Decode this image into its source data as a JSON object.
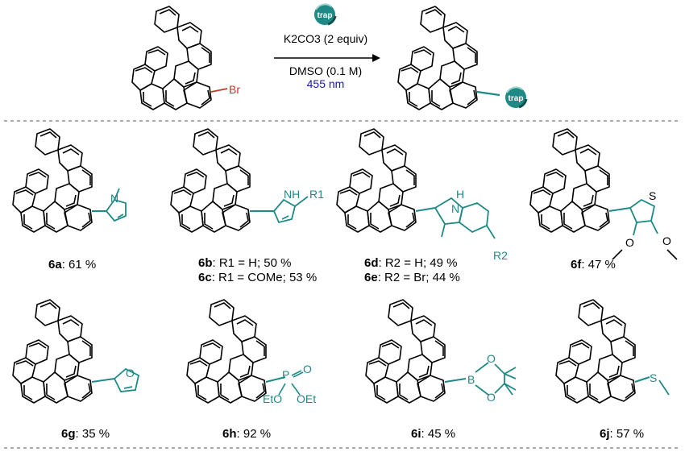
{
  "reaction": {
    "bubble_label": "trap",
    "reagent": "K2CO3 (2 equiv)",
    "solvent": "DMSO (0.1 M)",
    "light": "455 nm",
    "leaving_group": "Br"
  },
  "products_row1": [
    {
      "code": "6a",
      "text": ": 61 %"
    },
    {
      "code": "6b",
      "text": ": R1 = H; 50 %"
    },
    {
      "code": "6c",
      "text": ": R1 = COMe; 53 %"
    },
    {
      "code": "6d",
      "text": ": R2 = H; 49 %"
    },
    {
      "code": "6e",
      "text": ": R2 = Br; 44 %"
    },
    {
      "code": "6f",
      "text": ": 47 %"
    }
  ],
  "products_row2": [
    {
      "code": "6g",
      "text": ": 35 %"
    },
    {
      "code": "6h",
      "text": ": 92 %"
    },
    {
      "code": "6i",
      "text": ": 45 %"
    },
    {
      "code": "6j",
      "text": ": 57 %"
    }
  ],
  "atom_labels": {
    "N": "N",
    "NH": "NH",
    "H": "H",
    "S": "S",
    "O": "O",
    "P": "P",
    "B": "B",
    "R1": "R1",
    "R2": "R2",
    "OEt": "OEt",
    "EtO": "EtO"
  },
  "colors": {
    "teal": "#1f8a85",
    "bromine": "#c0392b",
    "light": "#1a1aa8"
  }
}
